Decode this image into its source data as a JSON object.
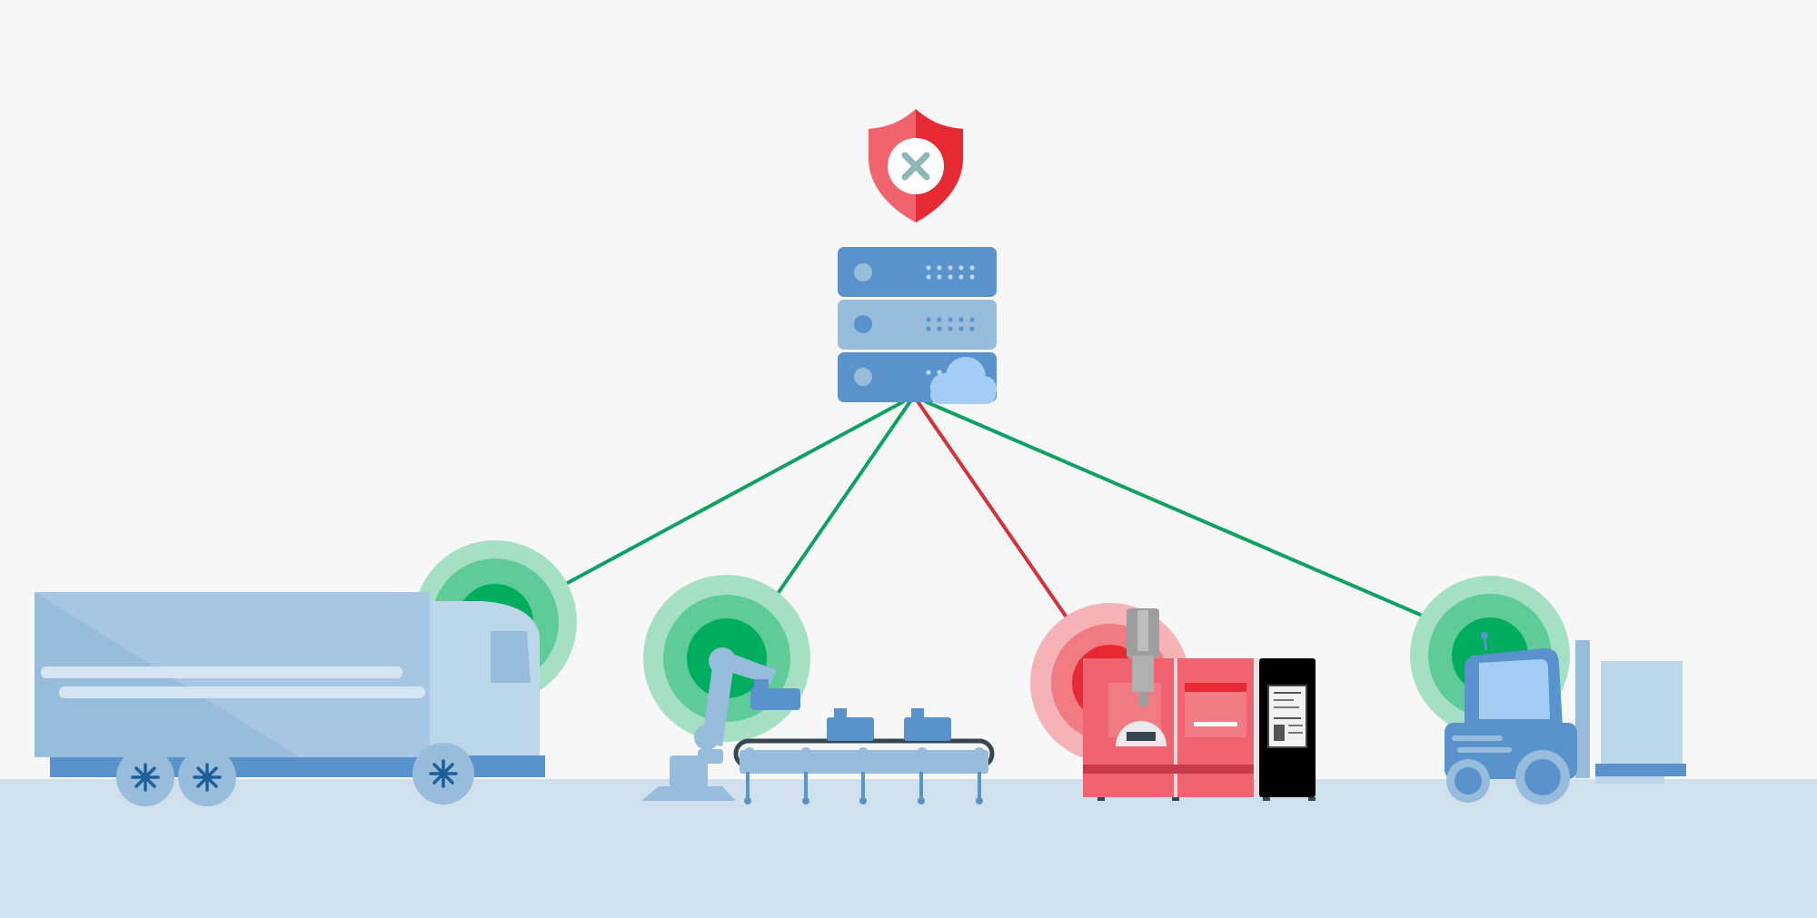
{
  "colors": {
    "background": "#f7f7f7",
    "floor": "#d0e0ec",
    "blue": "#5a93cc",
    "blue_light": "#97bcdc",
    "blue_pale": "#bcd6ea",
    "blue_dark": "#1d5f99",
    "green_line": "#0fa164",
    "green_core": "#00ad5f",
    "green_halo_inner": "#5fcb98",
    "green_halo_outer": "#a6e0c4",
    "red_line": "#d3323a",
    "red_core": "#e62a33",
    "red_halo_inner": "#f07b83",
    "red_halo_outer": "#f5b3b7",
    "red_machine": "#ef6470",
    "shield_left": "#f0646e",
    "shield_right": "#e62a33",
    "cloud": "#a4cdf5"
  },
  "elements": {
    "alert_shield": {
      "icon": "shield-x-icon",
      "status": "threat-detected"
    },
    "server": {
      "icon": "server-rack-icon",
      "units": 3,
      "cloud_badge": "cloud-icon"
    },
    "devices": [
      {
        "name": "truck",
        "icon": "truck-icon",
        "link_status": "secure"
      },
      {
        "name": "robotic-arm-conveyor",
        "icon": "robot-arm-icon",
        "link_status": "secure"
      },
      {
        "name": "cnc-machine",
        "icon": "cnc-machine-icon",
        "link_status": "compromised"
      },
      {
        "name": "forklift",
        "icon": "forklift-icon",
        "link_status": "secure"
      }
    ]
  }
}
